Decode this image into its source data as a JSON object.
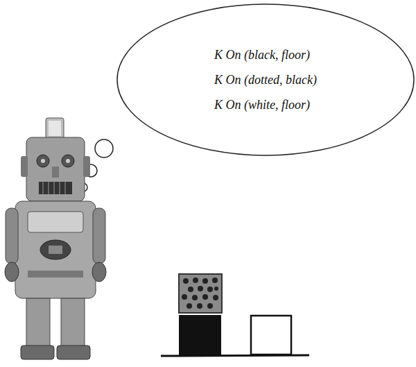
{
  "diagram": {
    "nodes": [
      {
        "text": [
          "K On (black, floor)",
          "K On (dotted, black)",
          "K On (white, floor)"
        ]
      }
    ]
  }
}
